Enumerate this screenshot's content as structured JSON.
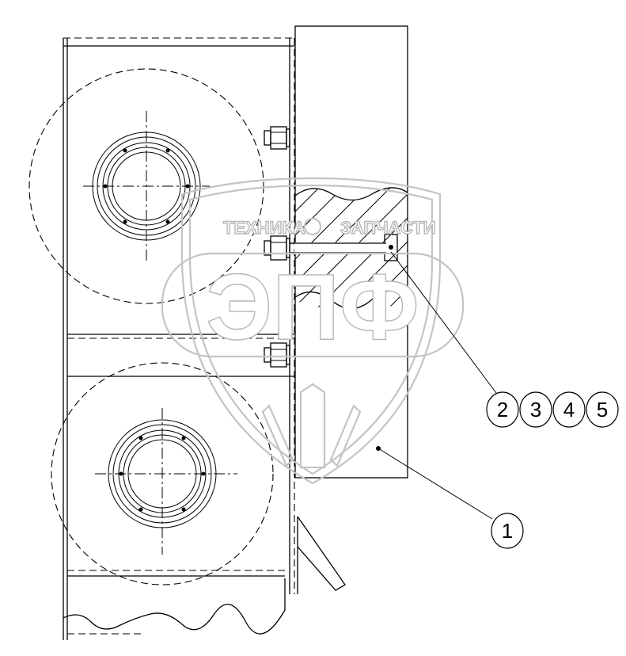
{
  "diagram": {
    "type": "technical-assembly-drawing",
    "callouts": [
      {
        "id": "callout-1",
        "label": "1"
      },
      {
        "id": "callout-2",
        "label": "2"
      },
      {
        "id": "callout-3",
        "label": "3"
      },
      {
        "id": "callout-4",
        "label": "4"
      },
      {
        "id": "callout-5",
        "label": "5"
      }
    ]
  },
  "watermark": {
    "top_left": "ТЕХНИКА",
    "top_right": "ЗАПЧАСТИ",
    "logo": "ЭПФ",
    "color": "#c4c4c4"
  }
}
